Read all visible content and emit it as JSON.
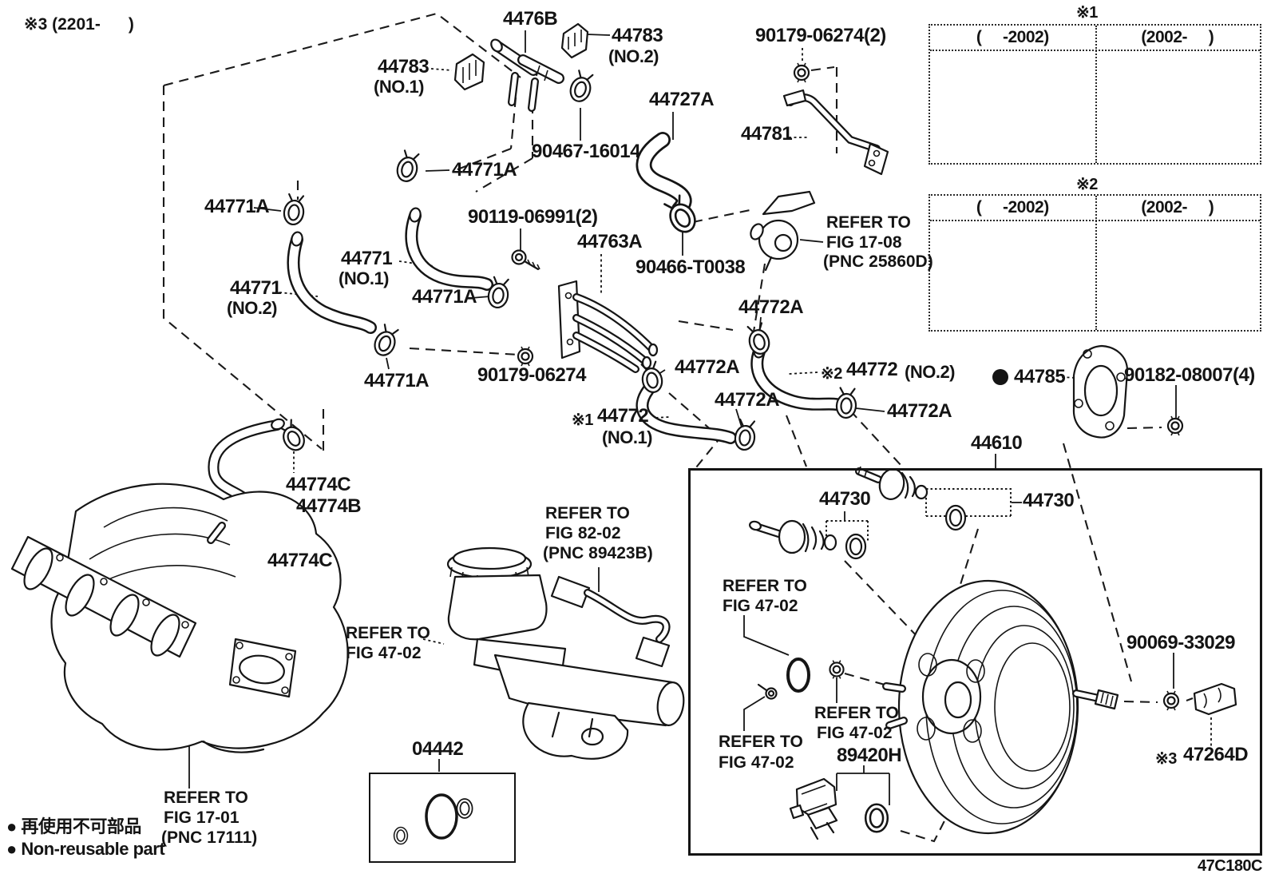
{
  "doc": {
    "type": "toyota-parts-diagram",
    "code": "47C180C",
    "note_top_left": "※3 (2201-      )",
    "line_color": "#141414",
    "background": "#ffffff"
  },
  "legend": {
    "bullet": "●",
    "jp": "● 再使用不可部品",
    "en": "● Non-reusable part"
  },
  "tables": {
    "t1": {
      "title": "※1",
      "col1": "(     -2002)",
      "col2": "(2002-     )"
    },
    "t2": {
      "title": "※2",
      "col1": "(     -2002)",
      "col2": "(2002-     )"
    }
  },
  "labels": {
    "l4476b": "4476B",
    "l44783b_num": "44783",
    "l44783b_sub": "(NO.2)",
    "l44783a_num": "44783",
    "l44783a_sub": "(NO.1)",
    "l90179_2": "90179-06274(2)",
    "l44727a": "44727A",
    "l44781": "44781",
    "l90467": "90467-16014",
    "l44771a_a": "44771A",
    "l44771a_b": "44771A",
    "l90119": "90119-06991(2)",
    "l44763a": "44763A",
    "l44771n1_num": "44771",
    "l44771n1_sub": "(NO.1)",
    "refer1708_1": "REFER TO",
    "refer1708_2": "FIG 17-08",
    "refer1708_3": "(PNC 25860D)",
    "l90466": "90466-T0038",
    "l44771n2_num": "44771",
    "l44771n2_sub": "(NO.2)",
    "l44771a_c": "44771A",
    "l44772a_a": "44772A",
    "l44771a_d": "44771A",
    "l90179": "90179-06274",
    "l44772a_b": "44772A",
    "pre2": "※2",
    "l44772n2_num": "44772",
    "l44772n2_sub": "(NO.2)",
    "l44772a_c": "44772A",
    "l44772a_d": "44772A",
    "l44785": "44785",
    "l90182": "90182-08007(4)",
    "pre1": "※1",
    "l44772n1_num": "44772",
    "l44772n1_sub": "(NO.1)",
    "l44610": "44610",
    "l44774c_a": "44774C",
    "l44774b": "44774B",
    "l44774c_b": "44774C",
    "refer8202_1": "REFER TO",
    "refer8202_2": "FIG 82-02",
    "refer8202_3": "(PNC 89423B)",
    "l44730_a": "44730",
    "l44730_b": "44730",
    "refer4702a_1": "REFER TO",
    "refer4702a_2": "FIG 47-02",
    "refer4702b_1": "REFER TO",
    "refer4702b_2": "FIG 47-02",
    "l90069": "90069-33029",
    "refer4702c_1": "REFER TO",
    "refer4702c_2": "FIG 47-02",
    "refer4702d_1": "REFER TO",
    "refer4702d_2": "FIG 47-02",
    "l89420h": "89420H",
    "l04442": "04442",
    "pre3": "※3",
    "l47264d": "47264D",
    "refer1701_1": "REFER TO",
    "refer1701_2": "FIG 17-01",
    "refer1701_3": "(PNC 17111)"
  }
}
